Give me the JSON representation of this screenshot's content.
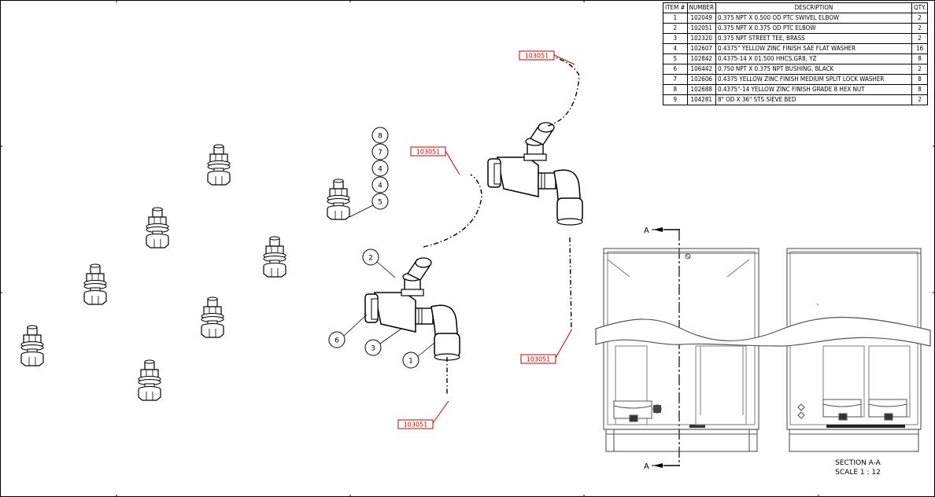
{
  "bom": {
    "headers": [
      "ITEM #",
      "NUMBER",
      "DESCRIPTION",
      "QTY."
    ],
    "rows": [
      {
        "item": "1",
        "number": "102049",
        "description": "0.375 NPT X 0.500 OD PTC SWIVEL ELBOW",
        "qty": "2"
      },
      {
        "item": "2",
        "number": "102051",
        "description": "0.375 NPT X 0.375 OD PTC ELBOW",
        "qty": "2"
      },
      {
        "item": "3",
        "number": "102320",
        "description": "0.375 NPT STREET TEE, BRASS",
        "qty": "2"
      },
      {
        "item": "4",
        "number": "102607",
        "description": "0.4375\" YELLOW ZINC FINISH SAE FLAT WASHER",
        "qty": "16"
      },
      {
        "item": "5",
        "number": "102842",
        "description": "0.4375-14 X 01.500 HHCS.GR8, YZ",
        "qty": "8"
      },
      {
        "item": "6",
        "number": "106442",
        "description": "0.750 NPT X 0.375 NPT BUSHING, BLACK",
        "qty": "2"
      },
      {
        "item": "7",
        "number": "102606",
        "description": "0.4375 YELLOW ZINC FINISH MEDIUM SPLIT LOCK WASHER",
        "qty": "8"
      },
      {
        "item": "8",
        "number": "102688",
        "description": "0.4375\"-14 YELLOW ZINC FINISH GRADE 8 HEX NUT",
        "qty": "8"
      },
      {
        "item": "9",
        "number": "104281",
        "description": "8\" OD X 36\" STS SIEVE BED",
        "qty": "2"
      }
    ]
  },
  "balloons": {
    "stack": [
      "8",
      "7",
      "4",
      "4",
      "5"
    ],
    "b1": "1",
    "b2": "2",
    "b3": "3",
    "b6": "6"
  },
  "tubing_tags": {
    "top_right": "103051",
    "middle": "103051",
    "right_lower": "103051",
    "bottom": "103051"
  },
  "section": {
    "marker": "A",
    "title": "SECTION A-A",
    "scale": "SCALE 1 : 12"
  },
  "colors": {
    "line": "#000000",
    "tag": "#cc0000"
  }
}
